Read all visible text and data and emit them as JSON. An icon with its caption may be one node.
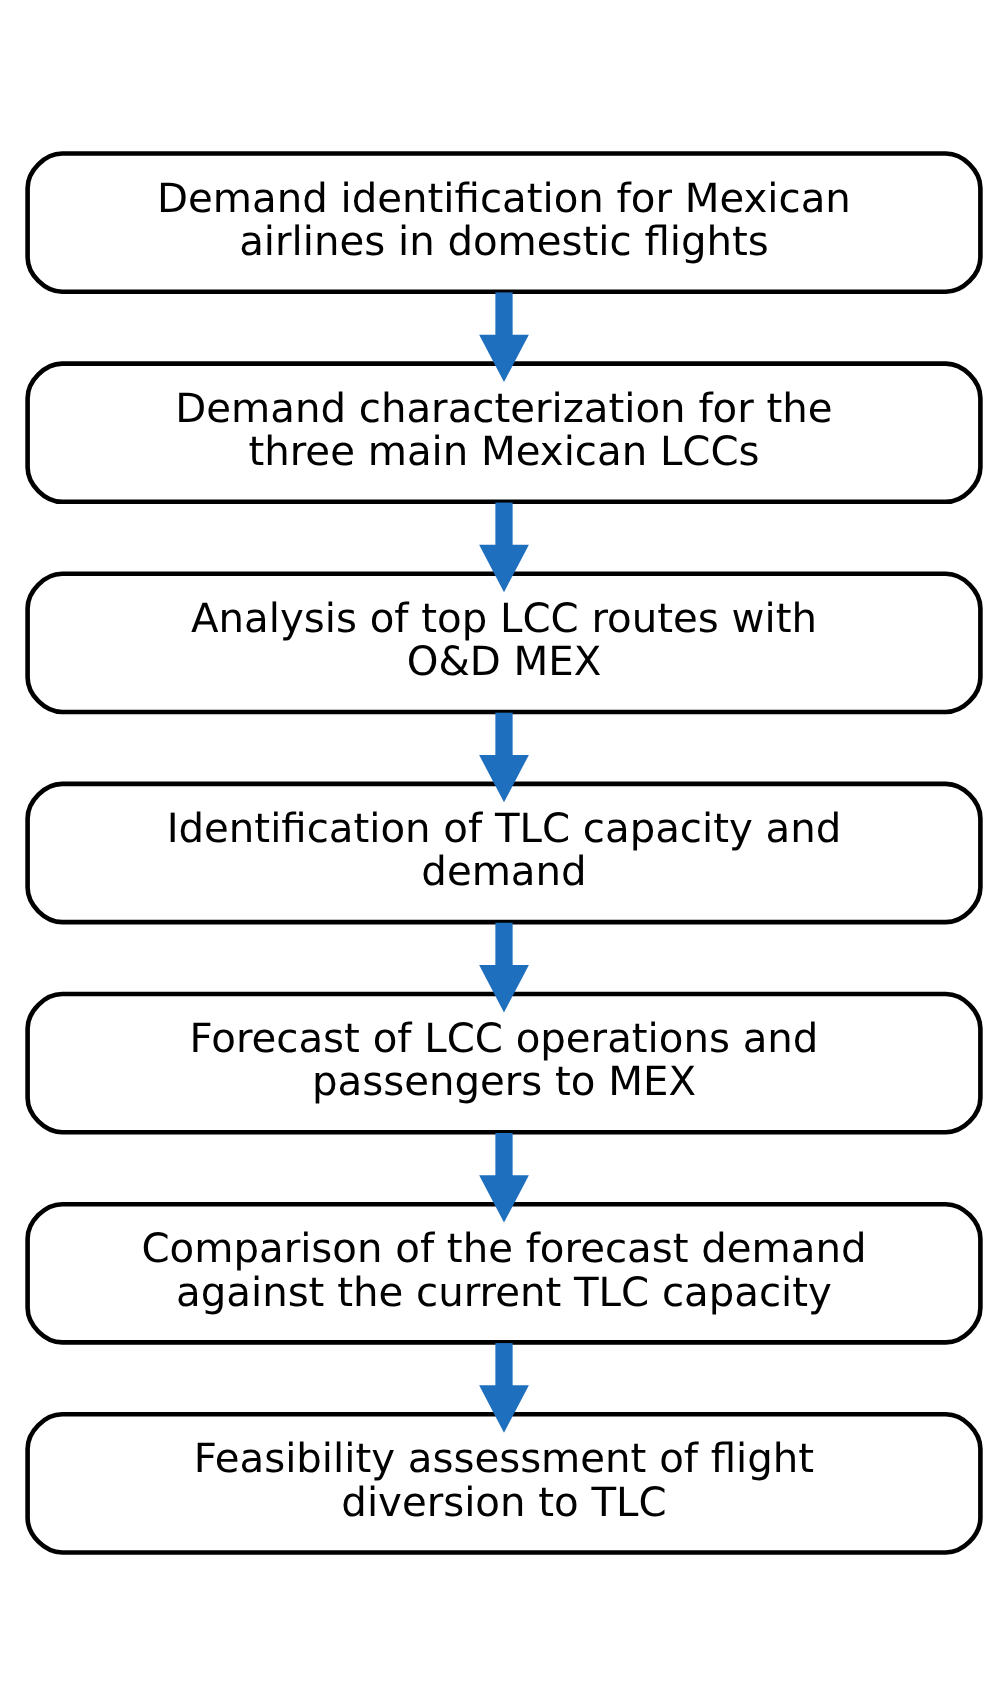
{
  "diagram": {
    "nodes": [
      {
        "text": [
          "Demand identification for Mexican airlines in domestic flights"
        ]
      },
      {
        "text": [
          "Demand characterization for the three main Mexican LCCs"
        ]
      },
      {
        "text": [
          "Analysis of top LCC routes with O&D MEX"
        ]
      },
      {
        "text": [
          "Identification of TLC capacity and demand"
        ]
      },
      {
        "text": [
          "Forecast of LCC operations and passengers to MEX"
        ]
      },
      {
        "text": [
          "Comparison of the forecast demand against the current TLC capacity"
        ]
      },
      {
        "text": [
          "Feasibility assessment of flight diversion to TLC"
        ]
      }
    ],
    "edges": [
      {
        "from": 0,
        "to": 1,
        "arrow": "to"
      },
      {
        "from": 1,
        "to": 2,
        "arrow": "to"
      },
      {
        "from": 2,
        "to": 3,
        "arrow": "to"
      },
      {
        "from": 3,
        "to": 4,
        "arrow": "to"
      },
      {
        "from": 4,
        "to": 5,
        "arrow": "to"
      },
      {
        "from": 5,
        "to": 6,
        "arrow": "to"
      }
    ]
  }
}
